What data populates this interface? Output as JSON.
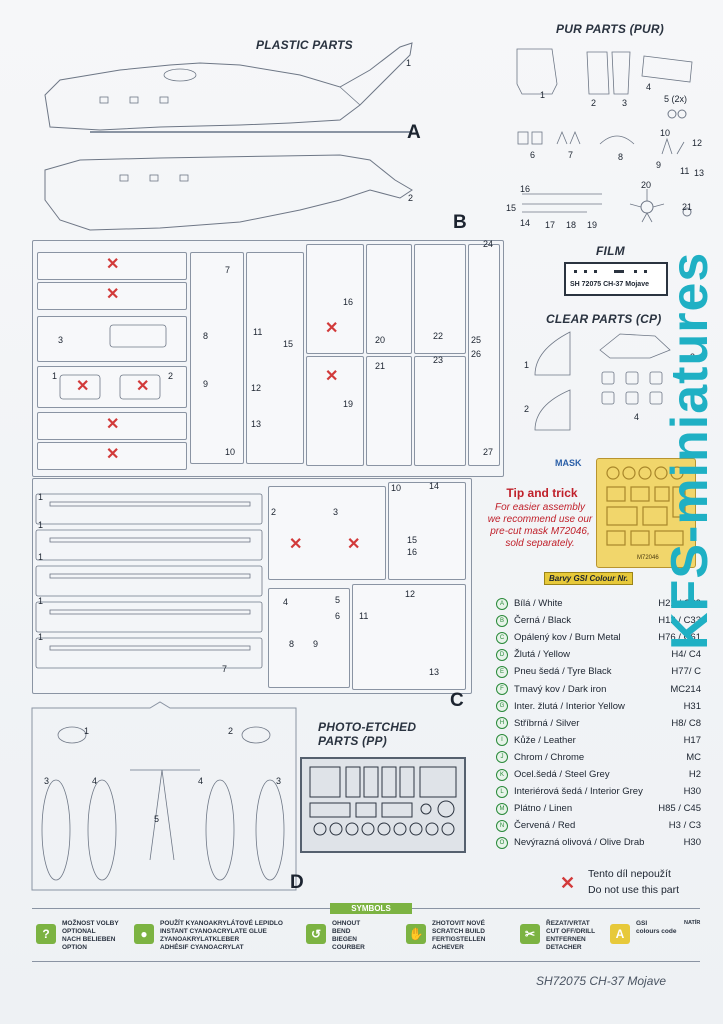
{
  "plastic_parts": {
    "title": "PLASTIC PARTS",
    "sprue_a": "A",
    "sprue_b": "B",
    "sprue_c": "C",
    "sprue_d": "D",
    "part_1": "1",
    "part_2": "2"
  },
  "pur_parts": {
    "title": "PUR PARTS (PUR)",
    "items": [
      "1",
      "2",
      "3",
      "4",
      "5 (2x)",
      "6",
      "7",
      "8",
      "9",
      "10",
      "11",
      "12",
      "13",
      "14",
      "15",
      "16",
      "17",
      "18",
      "19",
      "20",
      "21"
    ]
  },
  "film": {
    "title": "FILM",
    "label": "SH 72075 CH-37 Mojave"
  },
  "clear_parts": {
    "title": "CLEAR PARTS (CP)",
    "items": [
      "1",
      "2",
      "3",
      "4"
    ]
  },
  "mask": {
    "logo": "MASK",
    "code": "M72046"
  },
  "tip": {
    "title": "Tip and trick",
    "line1": "For easier assembly",
    "line2": "we recommend use our",
    "line3": "pre-cut mask M72046,",
    "line4": "sold separately."
  },
  "photo_etched": {
    "title_line1": "PHOTO-ETCHED",
    "title_line2": "PARTS (PP)"
  },
  "colours": {
    "header": "Barvy GSI Colour Nr.",
    "rows": [
      {
        "key": "A",
        "name": "Bílá / White",
        "code": "H21 / C69"
      },
      {
        "key": "B",
        "name": "Černá / Black",
        "code": "H12 / C33"
      },
      {
        "key": "C",
        "name": "Opálený kov / Burn Metal",
        "code": "H76 / C61"
      },
      {
        "key": "D",
        "name": "Žlutá / Yellow",
        "code": "H4/ C4"
      },
      {
        "key": "E",
        "name": "Pneu šedá / Tyre Black",
        "code": "H77/ C"
      },
      {
        "key": "F",
        "name": "Tmavý kov / Dark iron",
        "code": "MC214"
      },
      {
        "key": "G",
        "name": "Inter. žlutá / Interior Yellow",
        "code": "H31"
      },
      {
        "key": "H",
        "name": "Stříbrná / Silver",
        "code": "H8/ C8"
      },
      {
        "key": "I",
        "name": "Kůže / Leather",
        "code": "H17"
      },
      {
        "key": "J",
        "name": "Chrom / Chrome",
        "code": "MC"
      },
      {
        "key": "K",
        "name": "Ocel.šedá / Steel Grey",
        "code": "H2"
      },
      {
        "key": "L",
        "name": "Interiérová šedá / Interior Grey",
        "code": "H30"
      },
      {
        "key": "M",
        "name": "Plátno / Linen",
        "code": "H85 / C45"
      },
      {
        "key": "N",
        "name": "Červená / Red",
        "code": "H3 / C3"
      },
      {
        "key": "O",
        "name": "Nevýrazná olivová / Olive Drab",
        "code": "H30"
      }
    ]
  },
  "do_not_use": {
    "line1": "Tento díl nepoužít",
    "line2": "Do not use this part"
  },
  "symbols": {
    "title": "SYMBOLS",
    "items": [
      {
        "icon": "?",
        "lines": [
          "MOŽNOST VOLBY",
          "OPTIONAL",
          "NACH BELIEBEN",
          "OPTION"
        ]
      },
      {
        "icon": "●",
        "lines": [
          "POUŽÍT KYANOAKRYLÁTOVÉ LEPIDLO",
          "INSTANT CYANOACRYLATE GLUE",
          "ZYANOAKRYLATKLEBER",
          "ADHÉSIF CYANOACRYLAT"
        ]
      },
      {
        "icon": "↺",
        "lines": [
          "OHNOUT",
          "BEND",
          "BIEGEN",
          "COURBER"
        ]
      },
      {
        "icon": "✋",
        "lines": [
          "ZHOTOVIT NOVÉ",
          "SCRATCH BUILD",
          "FERTIGSTELLEN",
          "ACHEVER"
        ]
      },
      {
        "icon": "✂",
        "lines": [
          "ŘEZAT/VRTAT",
          "CUT OFF/DRILL",
          "ENTFERNEN",
          "DETACHER"
        ]
      },
      {
        "icon": "A",
        "lines": [
          "GSI",
          "colours code"
        ]
      }
    ],
    "natural": "NATÍR"
  },
  "footer": "SH72075 CH-37 Mojave",
  "watermark": "KFS-miniatures"
}
